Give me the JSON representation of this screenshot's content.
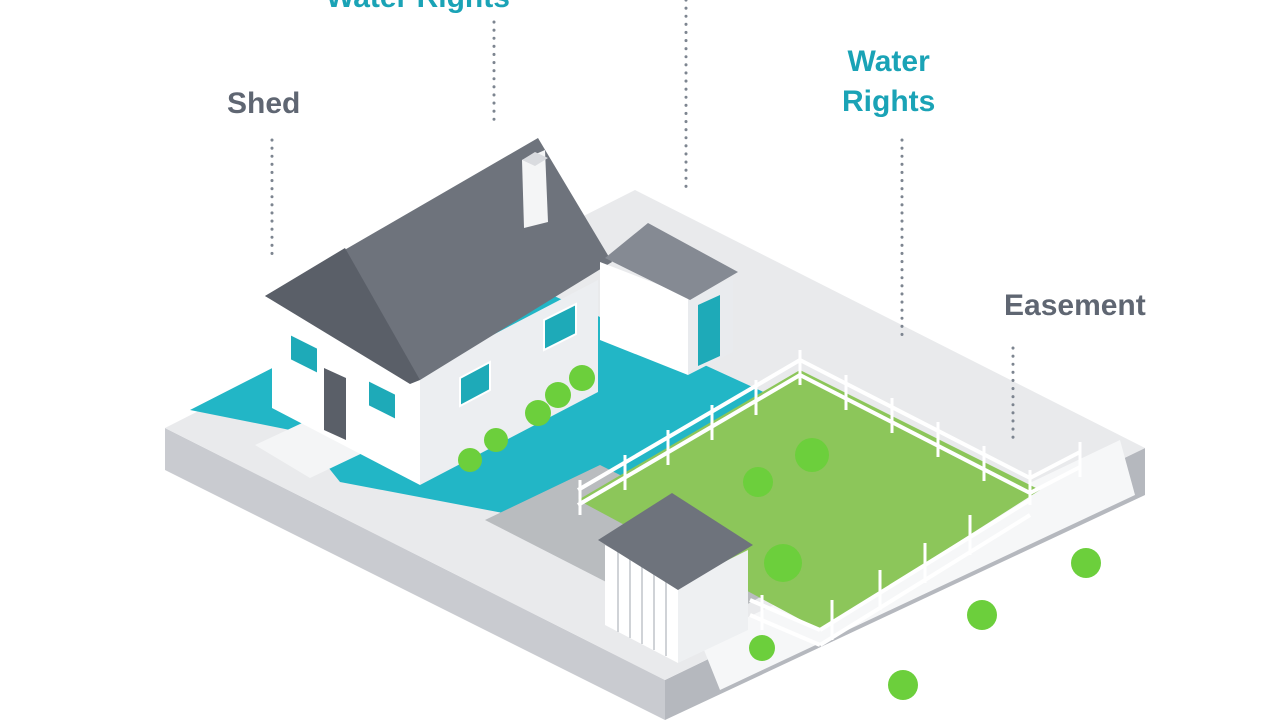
{
  "labels": {
    "shed": "Shed",
    "water_rights_top": "Water Rights",
    "water_rights_line1": "Water",
    "water_rights_line2": "Rights",
    "easement": "Easement"
  },
  "colors": {
    "teal": "#1aa3b6",
    "label_gray": "#5f6672",
    "lawn": "#8cc65a",
    "pool_teal": "#1eb6c6",
    "roof": "#6e737c",
    "wall": "#f3f4f6",
    "shrub": "#6ccf3c"
  }
}
